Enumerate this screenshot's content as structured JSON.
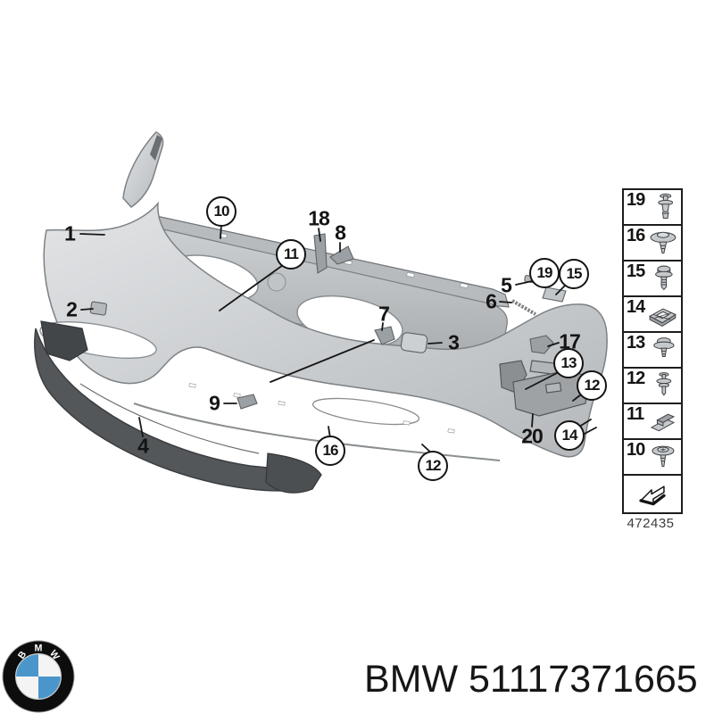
{
  "title": "BMW front bumper trim mounting parts diagram",
  "colors": {
    "outline": "#161616",
    "body_gray": "#ced1d3",
    "panel_gray": "#b7bbbe",
    "dark_part": "#54575a",
    "bmw_blue": "#4a96cb",
    "text": "#141414"
  },
  "callouts": {
    "items": [
      {
        "label": "1",
        "type": "plain"
      },
      {
        "label": "2",
        "type": "plain"
      },
      {
        "label": "4",
        "type": "plain"
      },
      {
        "label": "9",
        "type": "plain"
      },
      {
        "label": "10",
        "type": "circled"
      },
      {
        "label": "11",
        "type": "circled"
      },
      {
        "label": "18",
        "type": "plain"
      },
      {
        "label": "8",
        "type": "plain"
      },
      {
        "label": "7",
        "type": "plain"
      },
      {
        "label": "3",
        "type": "plain"
      },
      {
        "label": "5",
        "type": "plain"
      },
      {
        "label": "6",
        "type": "plain"
      },
      {
        "label": "19",
        "type": "circled"
      },
      {
        "label": "15",
        "type": "circled"
      },
      {
        "label": "17",
        "type": "plain"
      },
      {
        "label": "13",
        "type": "circled"
      },
      {
        "label": "12",
        "type": "circled"
      },
      {
        "label": "20",
        "type": "plain"
      },
      {
        "label": "14",
        "type": "circled"
      },
      {
        "label": "16",
        "type": "circled"
      },
      {
        "label": "12",
        "type": "circled"
      }
    ]
  },
  "sidebar": {
    "rows": [
      {
        "label": "19",
        "icon": "expanding-rivet-icon"
      },
      {
        "label": "16",
        "icon": "dome-plug-icon"
      },
      {
        "label": "15",
        "icon": "hex-bolt-icon"
      },
      {
        "label": "14",
        "icon": "cage-nut-icon"
      },
      {
        "label": "13",
        "icon": "washer-screw-icon"
      },
      {
        "label": "12",
        "icon": "rivet-icon"
      },
      {
        "label": "11",
        "icon": "sheet-metal-clip-icon"
      },
      {
        "label": "10",
        "icon": "dome-screw-icon"
      }
    ],
    "diagram_number": "472435"
  },
  "footer": {
    "part_number": "BMW 51117371665",
    "logo": {
      "b": "B",
      "m": "M",
      "w": "W"
    }
  }
}
